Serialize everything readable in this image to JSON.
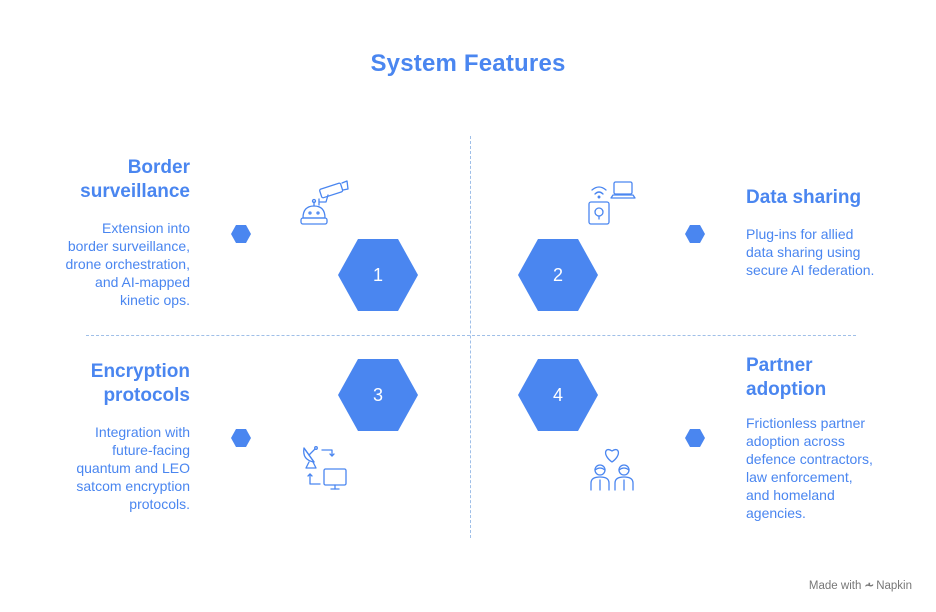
{
  "title": "System Features",
  "colors": {
    "accent": "#4a86f0",
    "divider": "#9fbfe8"
  },
  "features": [
    {
      "number": "1",
      "heading_lines": [
        "Border",
        "surveillance"
      ],
      "description_lines": [
        "Extension into",
        "border surveillance,",
        "drone orchestration,",
        "and AI-mapped",
        "kinetic ops."
      ],
      "icon": "surveillance-camera-robot-icon"
    },
    {
      "number": "2",
      "heading_lines": [
        "Data sharing"
      ],
      "description_lines": [
        "Plug-ins for allied",
        "data sharing using",
        "secure AI federation."
      ],
      "icon": "device-sharing-icon"
    },
    {
      "number": "3",
      "heading_lines": [
        "Encryption",
        "protocols"
      ],
      "description_lines": [
        "Integration with",
        "future-facing",
        "quantum and LEO",
        "satcom encryption",
        "protocols."
      ],
      "icon": "satellite-dish-monitor-icon"
    },
    {
      "number": "4",
      "heading_lines": [
        "Partner",
        "adoption"
      ],
      "description_lines": [
        "Frictionless partner",
        "adoption across",
        "defence contractors,",
        "law enforcement,",
        "and homeland",
        "agencies."
      ],
      "icon": "partners-heart-icon"
    }
  ],
  "credit": {
    "prefix": "Made with",
    "brand": "Napkin"
  }
}
